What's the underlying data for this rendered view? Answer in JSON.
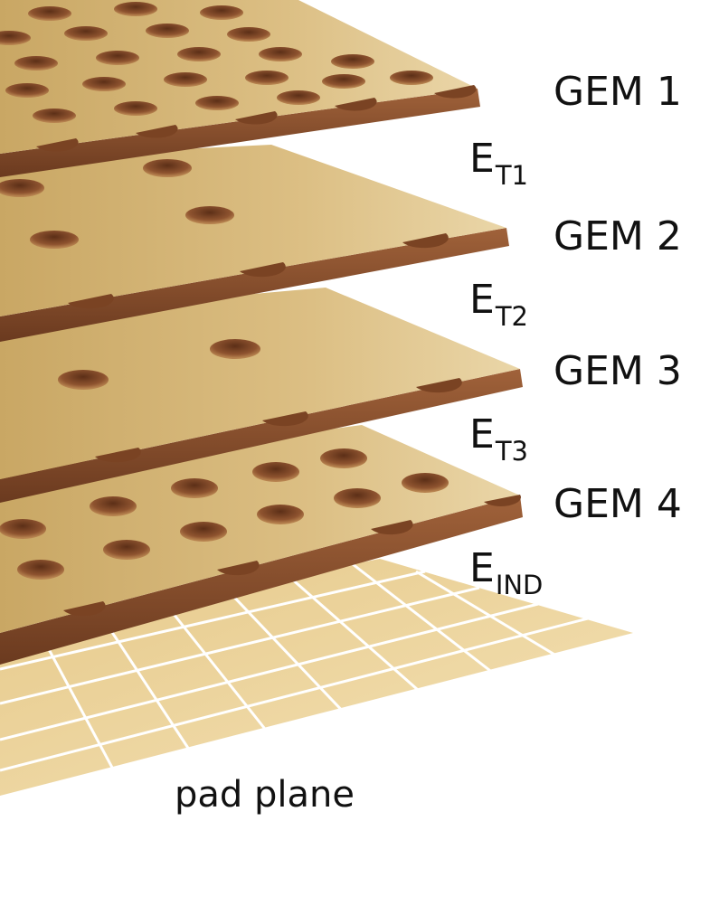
{
  "diagram": {
    "layers": [
      {
        "id": "gem1",
        "label": "GEM 1",
        "hole_pattern": "dense"
      },
      {
        "id": "gem2",
        "label": "GEM 2",
        "hole_pattern": "sparse"
      },
      {
        "id": "gem3",
        "label": "GEM 3",
        "hole_pattern": "sparse"
      },
      {
        "id": "gem4",
        "label": "GEM 4",
        "hole_pattern": "dense"
      }
    ],
    "fields": [
      {
        "id": "et1",
        "main": "E",
        "sub": "T1"
      },
      {
        "id": "et2",
        "main": "E",
        "sub": "T2"
      },
      {
        "id": "et3",
        "main": "E",
        "sub": "T3"
      },
      {
        "id": "eind",
        "main": "E",
        "sub": "IND"
      }
    ],
    "pad_plane_label": "pad plane"
  },
  "colors": {
    "foil_top": "#d7b877",
    "foil_top_light": "#e8d3a2",
    "foil_edge": "#8a4f2c",
    "hole": "#9a5a33",
    "pad": "#eed8a0",
    "pad_grid": "#ffffff",
    "text": "#111111"
  }
}
